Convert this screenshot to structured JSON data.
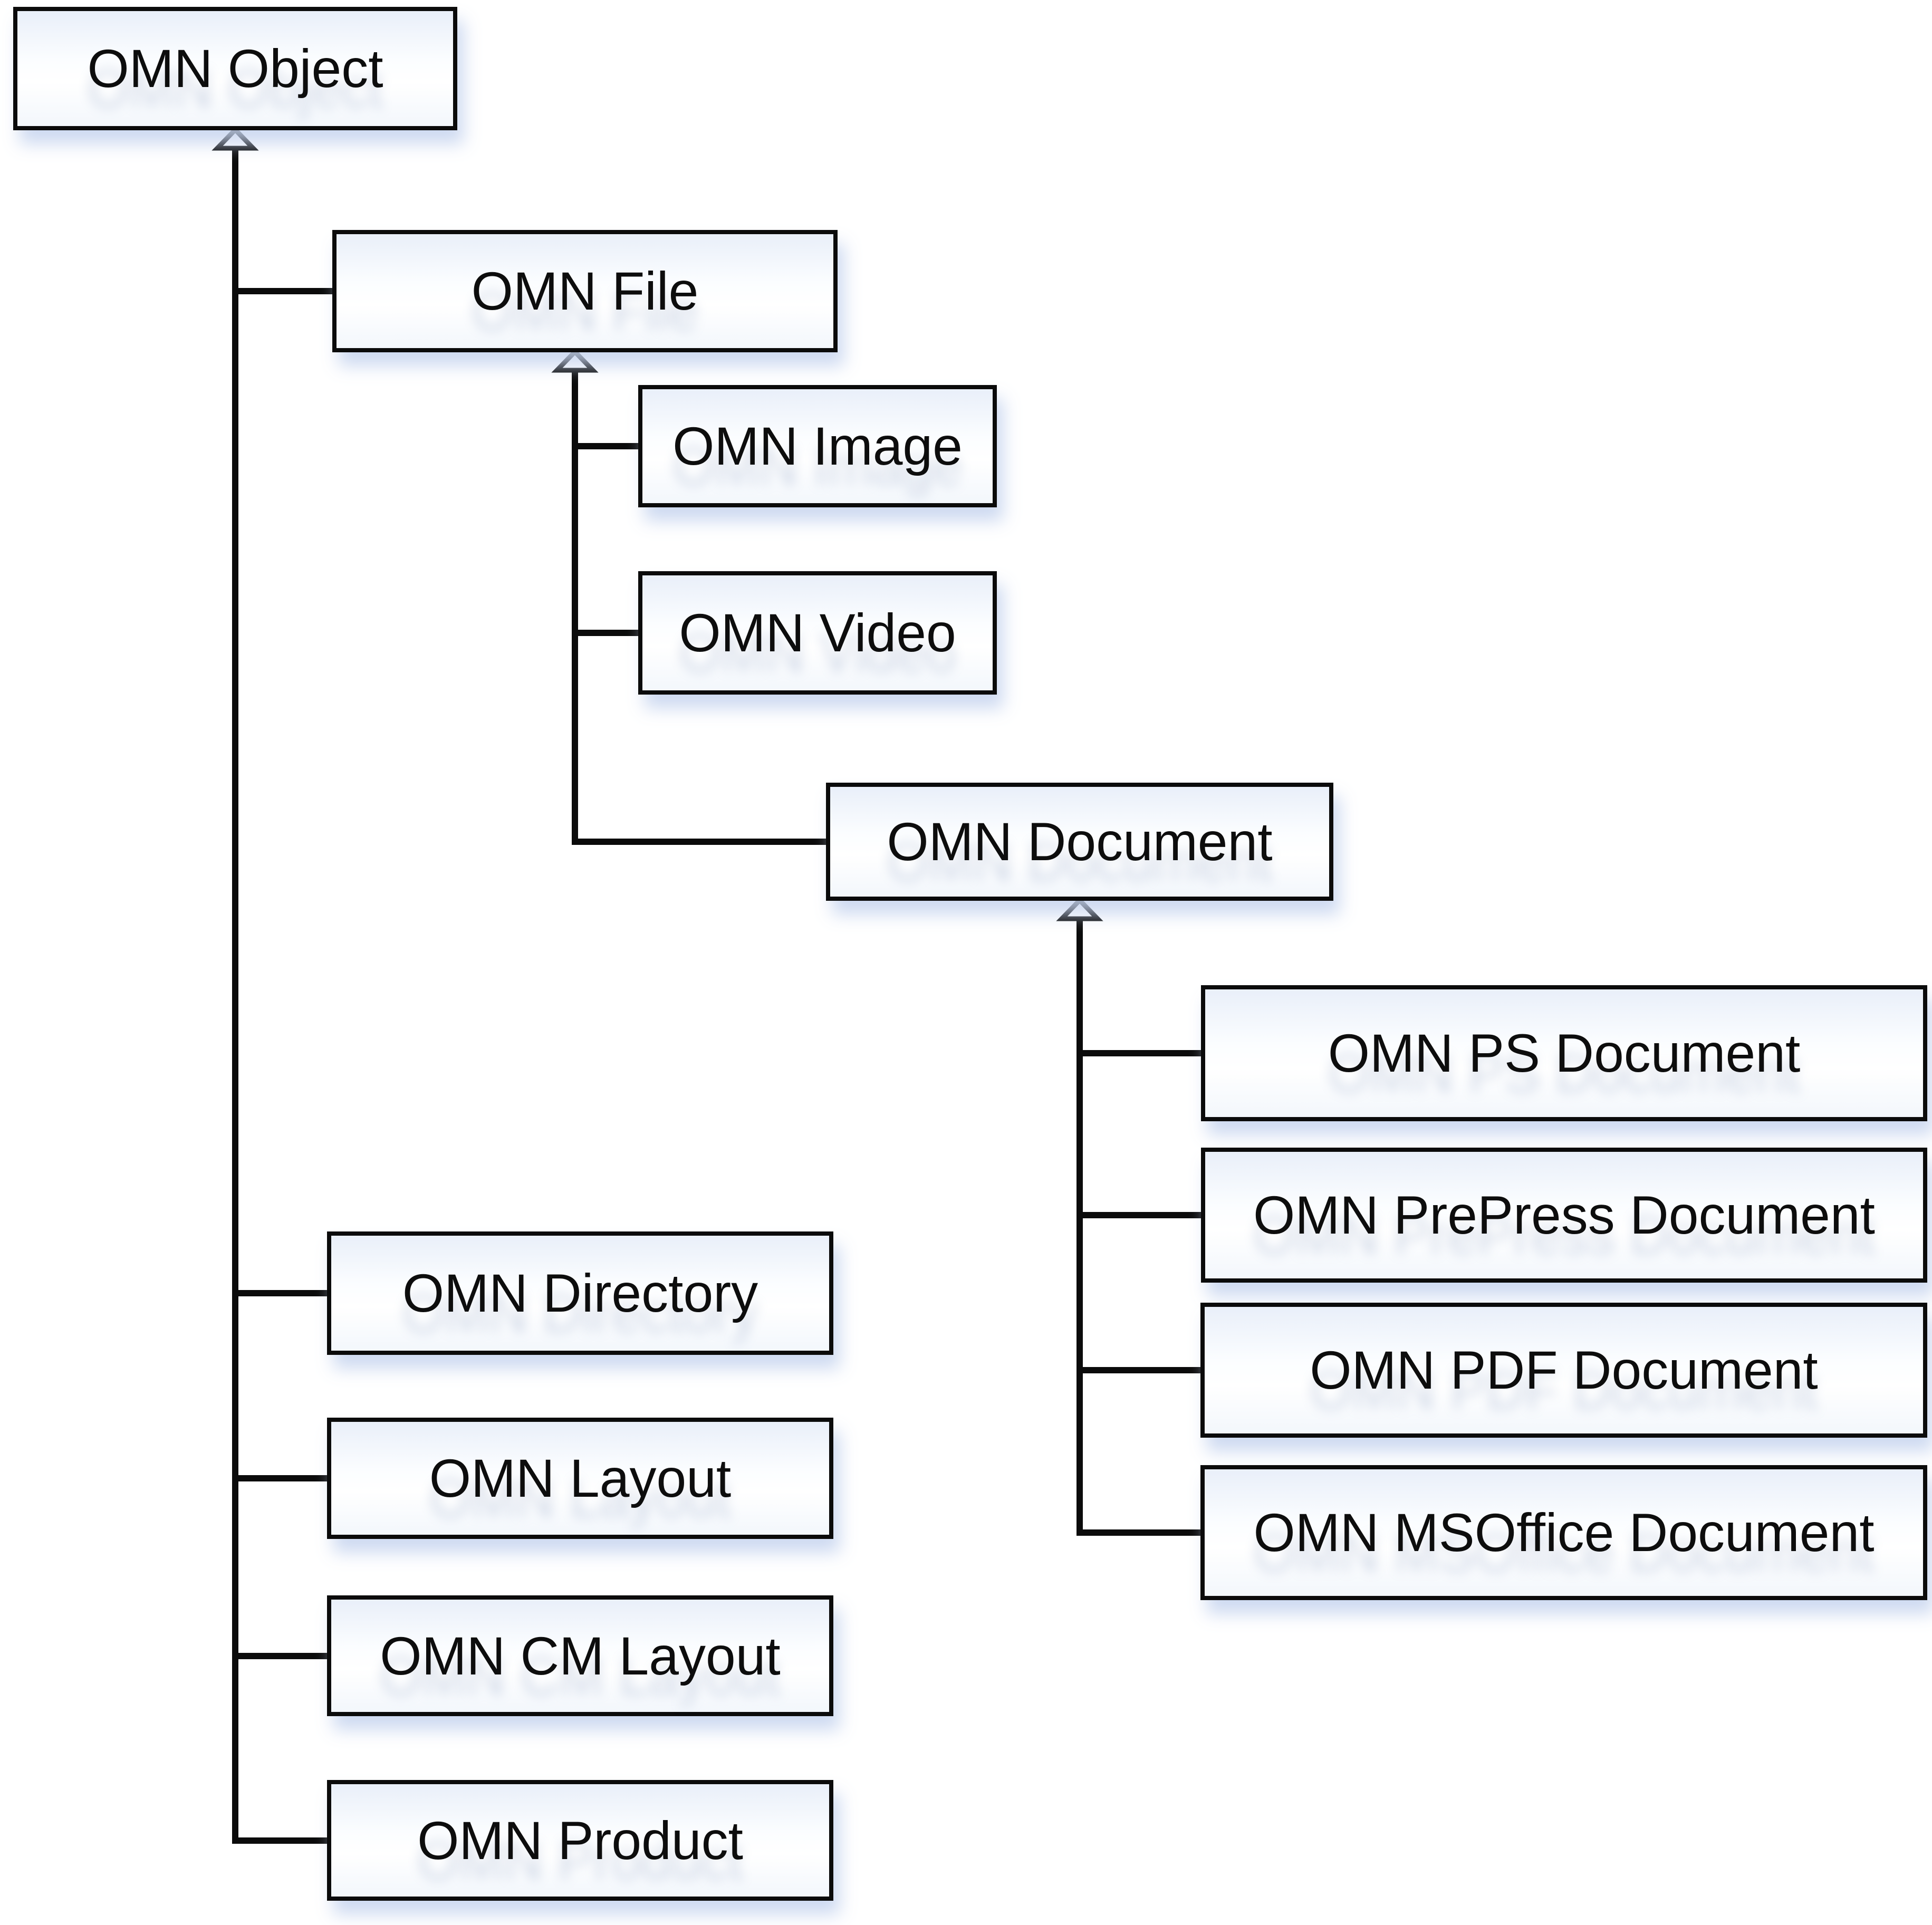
{
  "diagram": {
    "kind": "class-inheritance-hierarchy",
    "arrow_style": "hollow-triangle-generalization"
  },
  "nodes": [
    {
      "id": "omn-object",
      "label": "OMN Object"
    },
    {
      "id": "omn-file",
      "label": "OMN File"
    },
    {
      "id": "omn-image",
      "label": "OMN Image"
    },
    {
      "id": "omn-video",
      "label": "OMN Video"
    },
    {
      "id": "omn-document",
      "label": "OMN Document"
    },
    {
      "id": "omn-ps-document",
      "label": "OMN PS Document"
    },
    {
      "id": "omn-prepress-document",
      "label": "OMN PrePress Document"
    },
    {
      "id": "omn-pdf-document",
      "label": "OMN PDF Document"
    },
    {
      "id": "omn-msoffice-document",
      "label": "OMN MSOffice Document"
    },
    {
      "id": "omn-directory",
      "label": "OMN Directory"
    },
    {
      "id": "omn-layout",
      "label": "OMN Layout"
    },
    {
      "id": "omn-cm-layout",
      "label": "OMN CM Layout"
    },
    {
      "id": "omn-product",
      "label": "OMN Product"
    }
  ],
  "generalizations": [
    {
      "subclass": "omn-file",
      "superclass": "omn-object"
    },
    {
      "subclass": "omn-directory",
      "superclass": "omn-object"
    },
    {
      "subclass": "omn-layout",
      "superclass": "omn-object"
    },
    {
      "subclass": "omn-cm-layout",
      "superclass": "omn-object"
    },
    {
      "subclass": "omn-product",
      "superclass": "omn-object"
    },
    {
      "subclass": "omn-image",
      "superclass": "omn-file"
    },
    {
      "subclass": "omn-video",
      "superclass": "omn-file"
    },
    {
      "subclass": "omn-document",
      "superclass": "omn-file"
    },
    {
      "subclass": "omn-ps-document",
      "superclass": "omn-document"
    },
    {
      "subclass": "omn-prepress-document",
      "superclass": "omn-document"
    },
    {
      "subclass": "omn-pdf-document",
      "superclass": "omn-document"
    },
    {
      "subclass": "omn-msoffice-document",
      "superclass": "omn-document"
    }
  ],
  "colors": {
    "line": "#0b0b0b",
    "text": "#0d0d0d",
    "box_tint": "#e9eff9",
    "glow": "#c6d4ec",
    "background": "#ffffff"
  }
}
